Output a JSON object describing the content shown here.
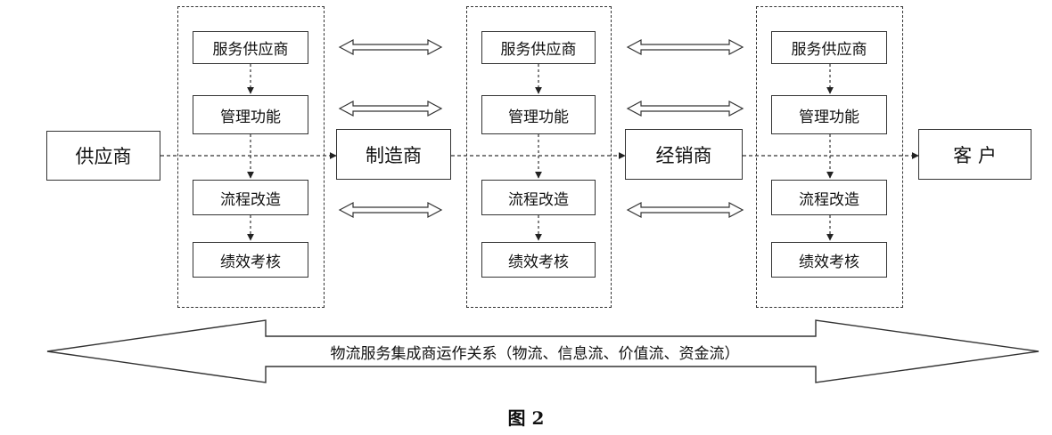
{
  "nodes": {
    "supplier": "供应商",
    "manufacturer": "制造商",
    "distributor": "经销商",
    "customer": "客 户"
  },
  "groups": [
    {
      "items": [
        "服务供应商",
        "管理功能",
        "流程改造",
        "绩效考核"
      ]
    },
    {
      "items": [
        "服务供应商",
        "管理功能",
        "流程改造",
        "绩效考核"
      ]
    },
    {
      "items": [
        "服务供应商",
        "管理功能",
        "流程改造",
        "绩效考核"
      ]
    }
  ],
  "band_label": "物流服务集成商运作关系（物流、信息流、价值流、资金流）",
  "caption": "图 2"
}
